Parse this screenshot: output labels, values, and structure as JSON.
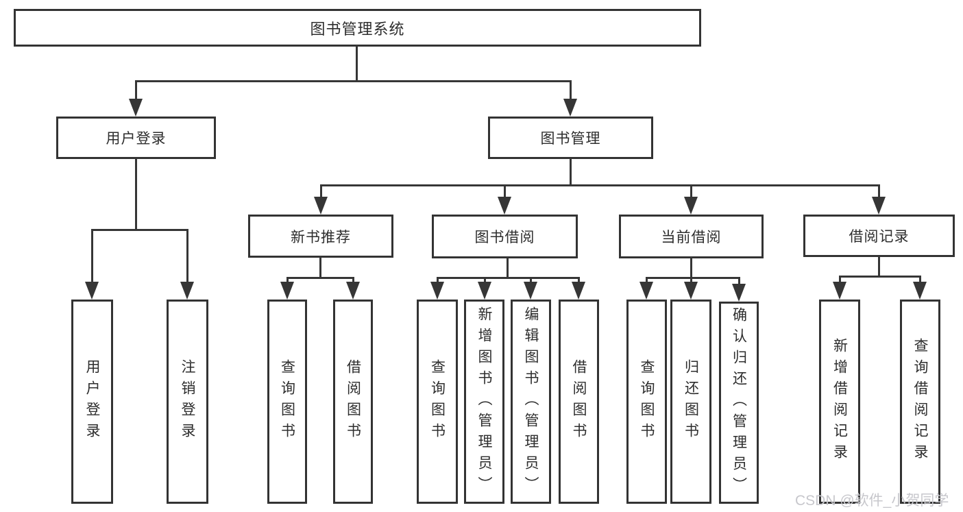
{
  "diagram_title": "图书管理系统",
  "nodes": {
    "root": "图书管理系统",
    "user_login": "用户登录",
    "book_mgmt": "图书管理",
    "new_book_rec": "新书推荐",
    "book_borrow": "图书借阅",
    "current_borrow": "当前借阅",
    "borrow_record": "借阅记录",
    "leaf_user_login": "用户登录",
    "leaf_logout": "注销登录",
    "leaf_query_book_a": "查询图书",
    "leaf_borrow_book_a": "借阅图书",
    "leaf_query_book_b": "查询图书",
    "leaf_add_book": "新增图书（管理员）",
    "leaf_edit_book": "编辑图书（管理员）",
    "leaf_borrow_book_b": "借阅图书",
    "leaf_query_book_c": "查询图书",
    "leaf_return_book": "归还图书",
    "leaf_confirm_return": "确认归还（管理员）",
    "leaf_add_record": "新增借阅记录",
    "leaf_query_record": "查询借阅记录"
  },
  "watermark": "CSDN @软件_小贺同学",
  "colors": {
    "line": "#363636",
    "border": "#333333",
    "text": "#2d2d2d",
    "watermark": "#c7c7cc",
    "background": "#ffffff"
  }
}
